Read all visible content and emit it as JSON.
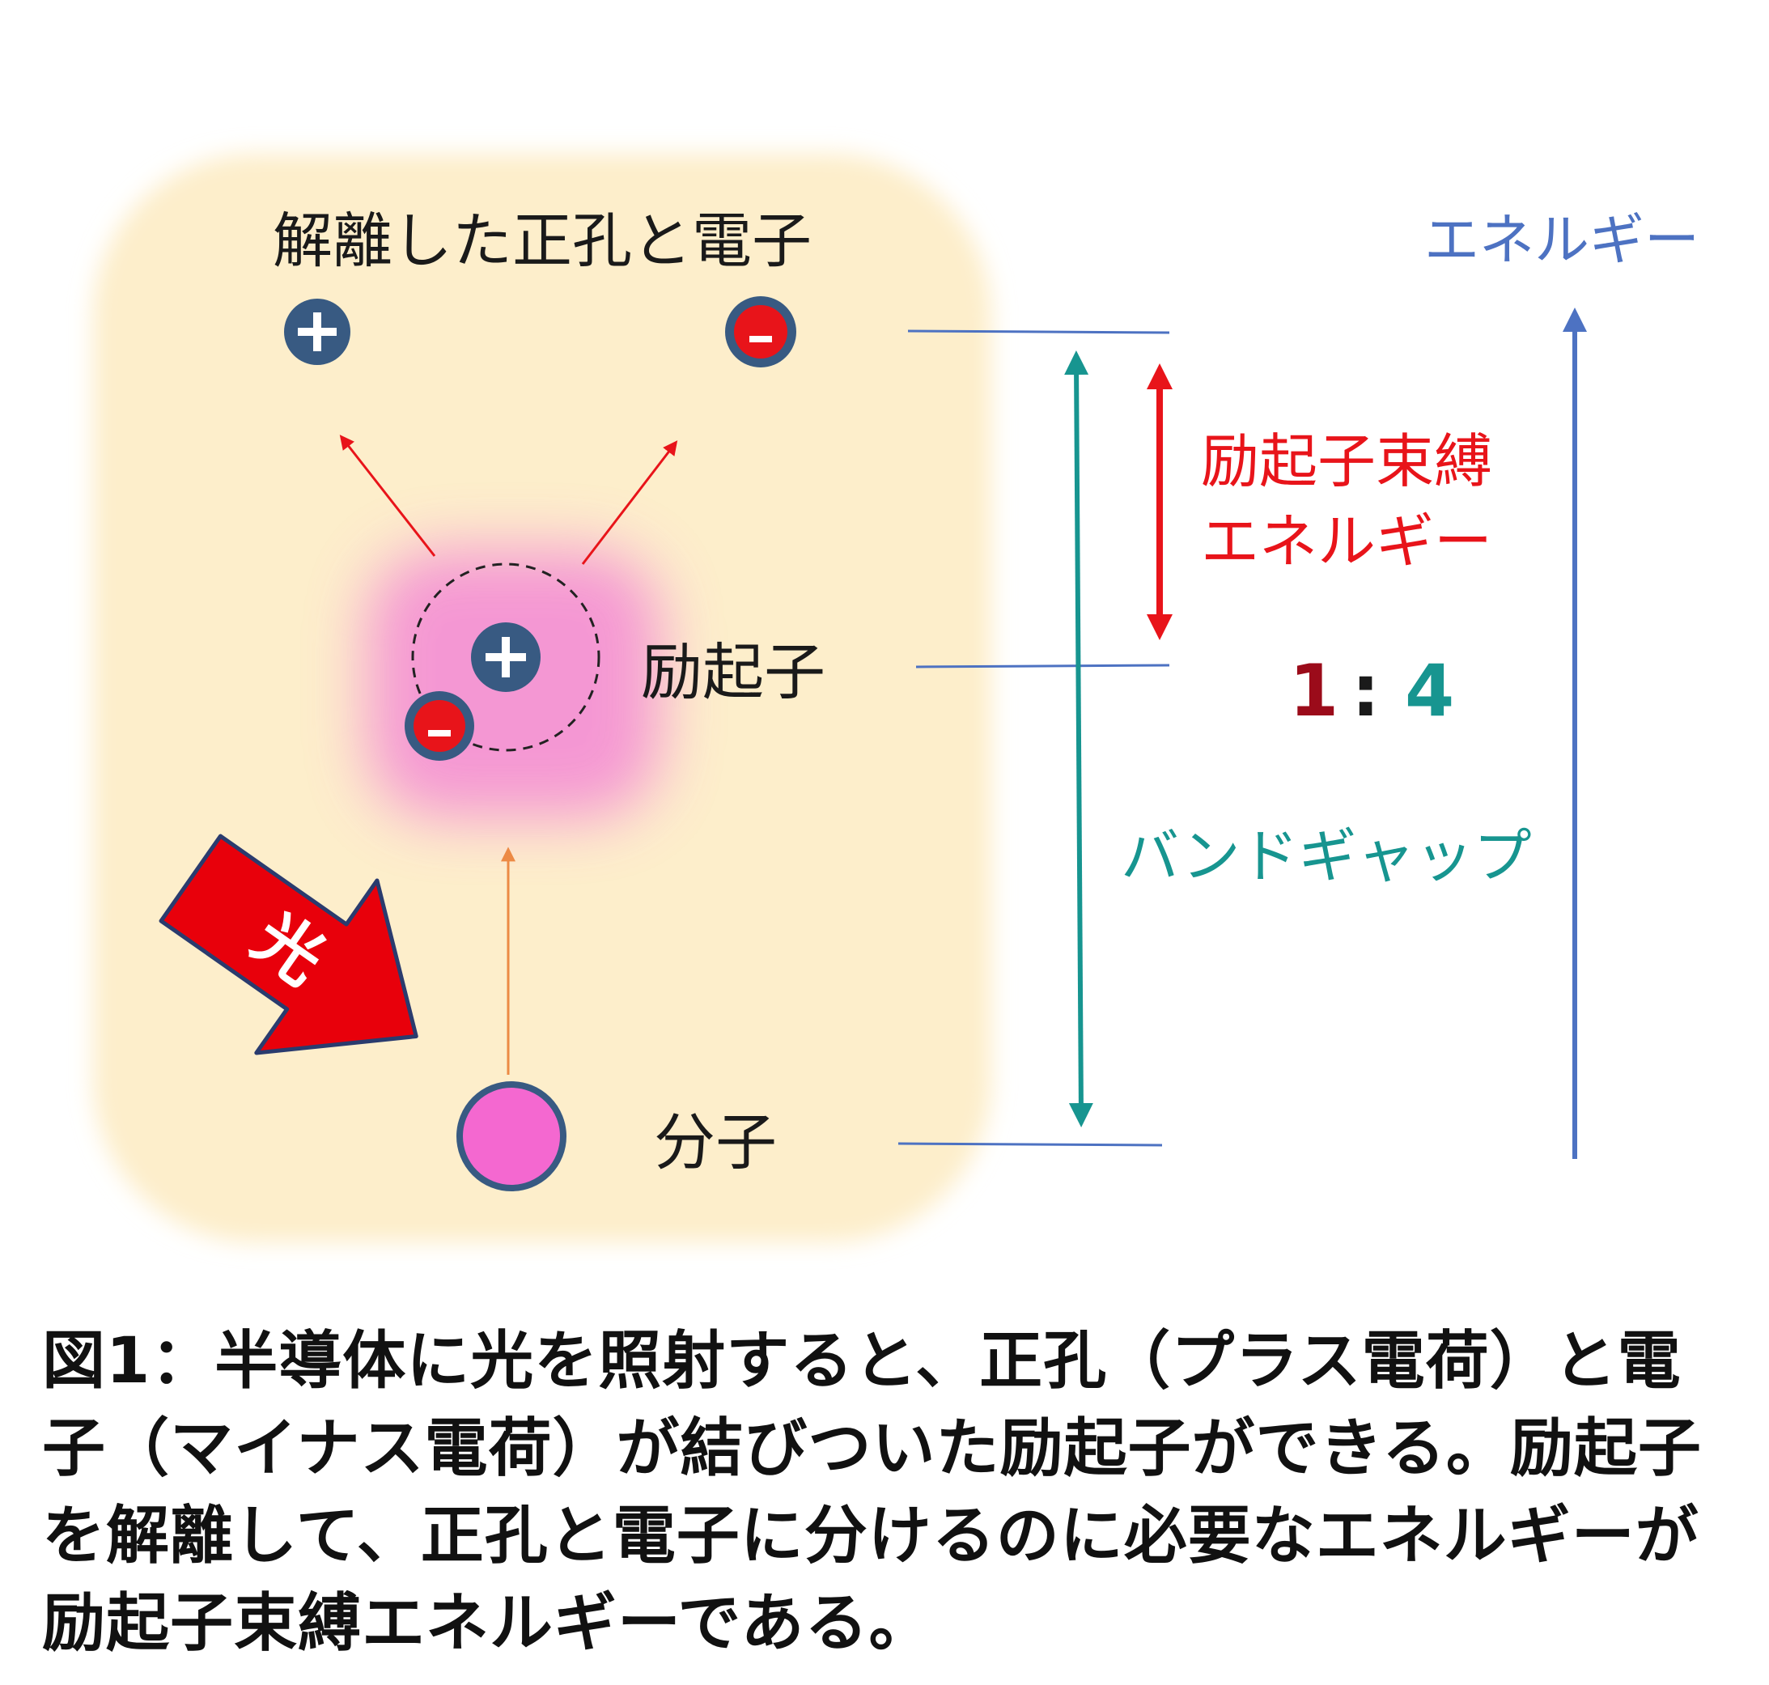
{
  "labels": {
    "dissociated": "解離した正孔と電子",
    "exciton": "励起子",
    "molecule": "分子",
    "light": "光",
    "energy_axis": "エネルギー",
    "binding_line1": "励起子束縛",
    "binding_line2": "エネルギー",
    "band_gap": "バンドギャップ",
    "ratio_left": "1",
    "ratio_sep": ":",
    "ratio_right": "4"
  },
  "caption": "図1：半導体に光を照射すると、正孔（プラス電荷）と電子（マイナス電荷）が結びついた励起子ができる。励起子を解離して、正孔と電子に分けるのに必要なエネルギーが励起子束縛エネルギーである。",
  "colors": {
    "panel": "#fdeecb",
    "charge_navy": "#385a82",
    "charge_red": "#e8141a",
    "molecule": "#f468d0",
    "exciton_glow": "#f27ad6",
    "energy_blue": "#4d72c2",
    "binding_red": "#e8141a",
    "bandgap_teal": "#179590",
    "ratio_dark_red": "#9b0b1a",
    "light_arrow": "#e8000b",
    "excite_arrow": "#ec8a45",
    "split_arrow": "#e8141a",
    "level_line": "#4d72c2"
  }
}
